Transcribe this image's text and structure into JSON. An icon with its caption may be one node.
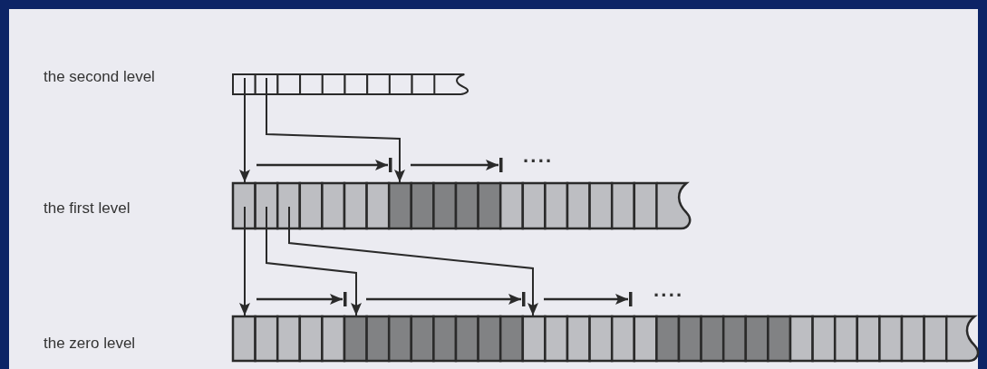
{
  "diagram": {
    "nodes": [
      {
        "text": [],
        "shape": "bar"
      },
      {
        "text": [],
        "shape": "bar"
      },
      {
        "text": [],
        "shape": "bar"
      }
    ],
    "edges": [
      {
        "from": 0,
        "to": 1,
        "arrow": "to"
      },
      {
        "from": 0,
        "to": 1,
        "arrow": "to"
      },
      {
        "from": 1,
        "to": 2,
        "arrow": "to"
      },
      {
        "from": 1,
        "to": 2,
        "arrow": "to"
      },
      {
        "from": 1,
        "to": 2,
        "arrow": "to"
      }
    ],
    "labels": [
      "the second level",
      "····",
      "the first level",
      "····",
      "the zero level"
    ]
  }
}
